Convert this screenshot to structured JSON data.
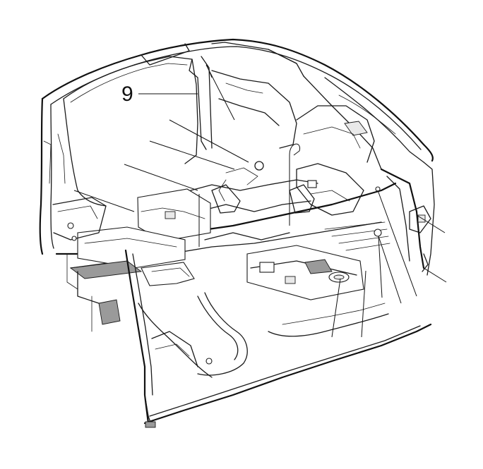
{
  "diagram": {
    "callouts": [
      {
        "id": "9",
        "label": "9"
      }
    ],
    "leader_count": 16,
    "colors": {
      "line": "#1a1a1a",
      "background": "#ffffff"
    }
  }
}
